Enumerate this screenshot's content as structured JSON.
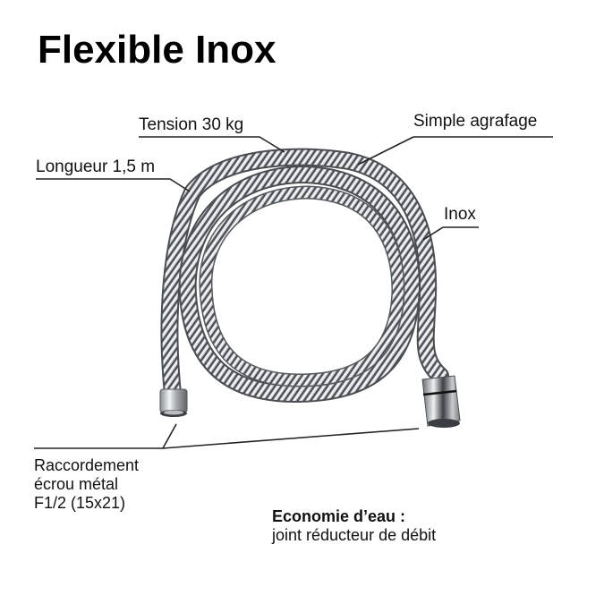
{
  "title": "Flexible Inox",
  "callouts": {
    "tension": "Tension 30 kg",
    "longueur": "Longueur 1,5 m",
    "agrafage": "Simple agrafage",
    "inox": "Inox"
  },
  "raccordement": {
    "line1": "Raccordement",
    "line2": "écrou métal",
    "line3": "F1/2 (15x21)"
  },
  "economie": {
    "heading": "Economie d’eau :",
    "detail": "joint réducteur de débit"
  },
  "colors": {
    "background": "#ffffff",
    "text": "#111111",
    "chrome_light": "#e6e8ea",
    "chrome_dark": "#5a5e62"
  }
}
